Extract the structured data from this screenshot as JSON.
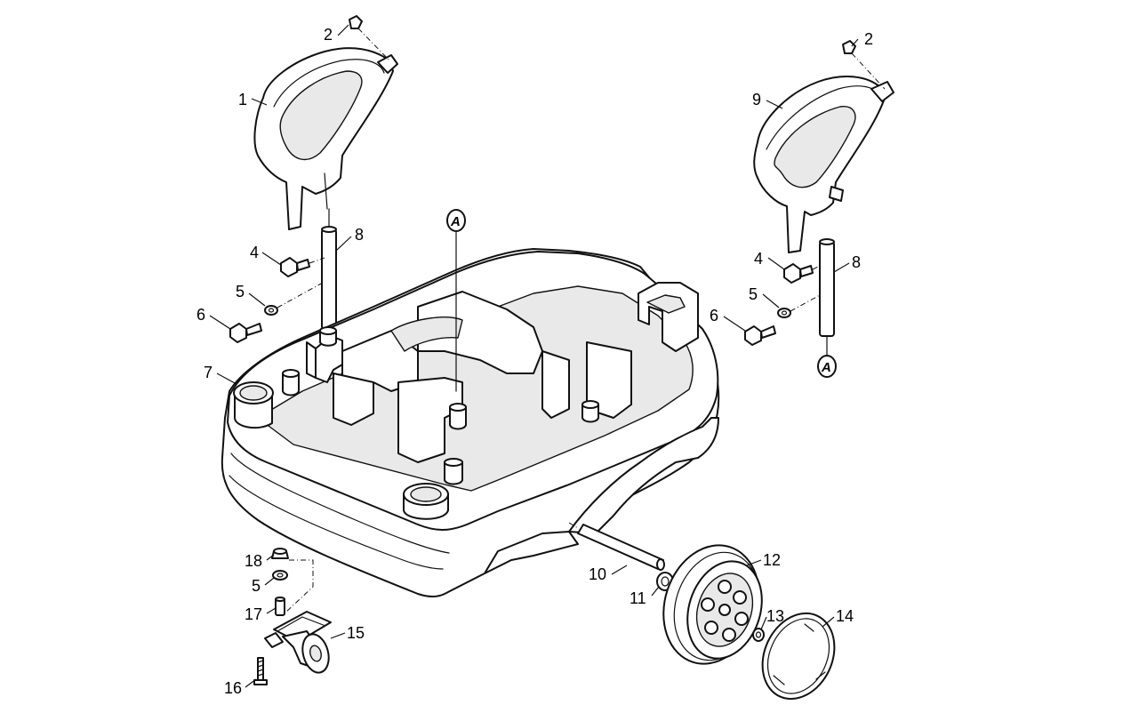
{
  "diagram": {
    "callouts": {
      "c1": "1",
      "c2a": "2",
      "c2b": "2",
      "c4a": "4",
      "c4b": "4",
      "c5a": "5",
      "c5b": "5",
      "c5c": "5",
      "c6a": "6",
      "c6b": "6",
      "c7": "7",
      "c8a": "8",
      "c8b": "8",
      "c9": "9",
      "c10": "10",
      "c11": "11",
      "c12": "12",
      "c13": "13",
      "c14": "14",
      "c15": "15",
      "c16": "16",
      "c17": "17",
      "c18": "18"
    },
    "refs": {
      "a_upper": "A",
      "a_lower": "A"
    }
  }
}
